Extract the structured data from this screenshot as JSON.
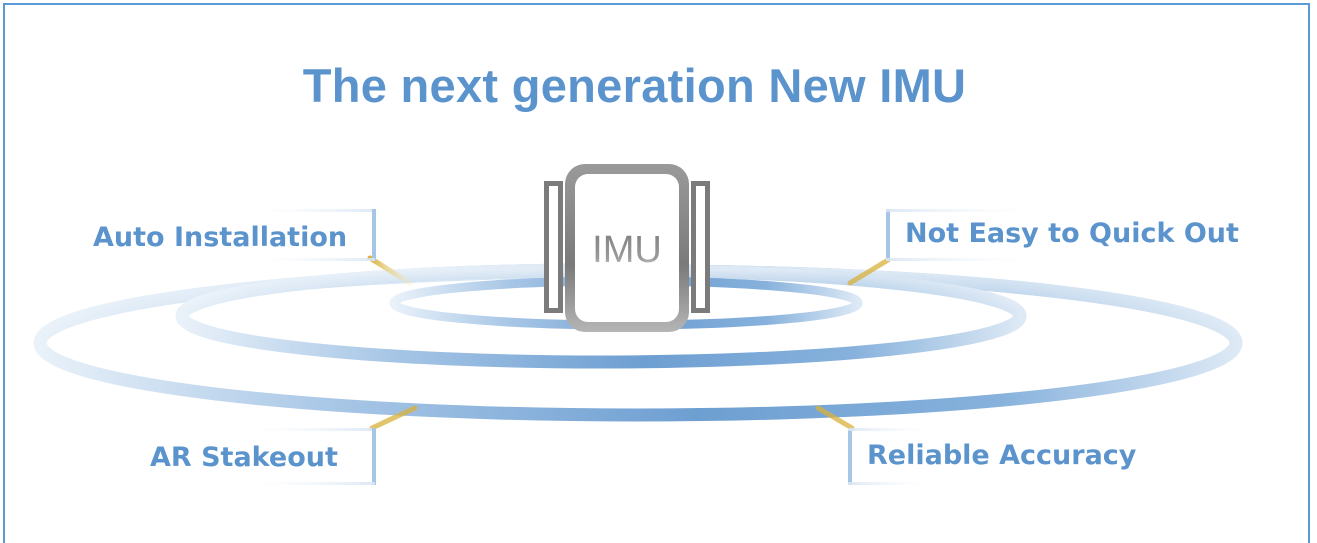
{
  "title": "The next generation New IMU",
  "device_label": "IMU",
  "features": {
    "auto_installation": "Auto Installation",
    "quick_out": "Not Easy to Quick Out",
    "ar_stakeout": "AR Stakeout",
    "reliable_accuracy": "Reliable Accuracy"
  },
  "colors": {
    "title": "#5b93cd",
    "ring": "#6fa1d3",
    "connector": "#e3c25a",
    "device": "#7b7b7b",
    "frame": "#5b9bd5"
  }
}
